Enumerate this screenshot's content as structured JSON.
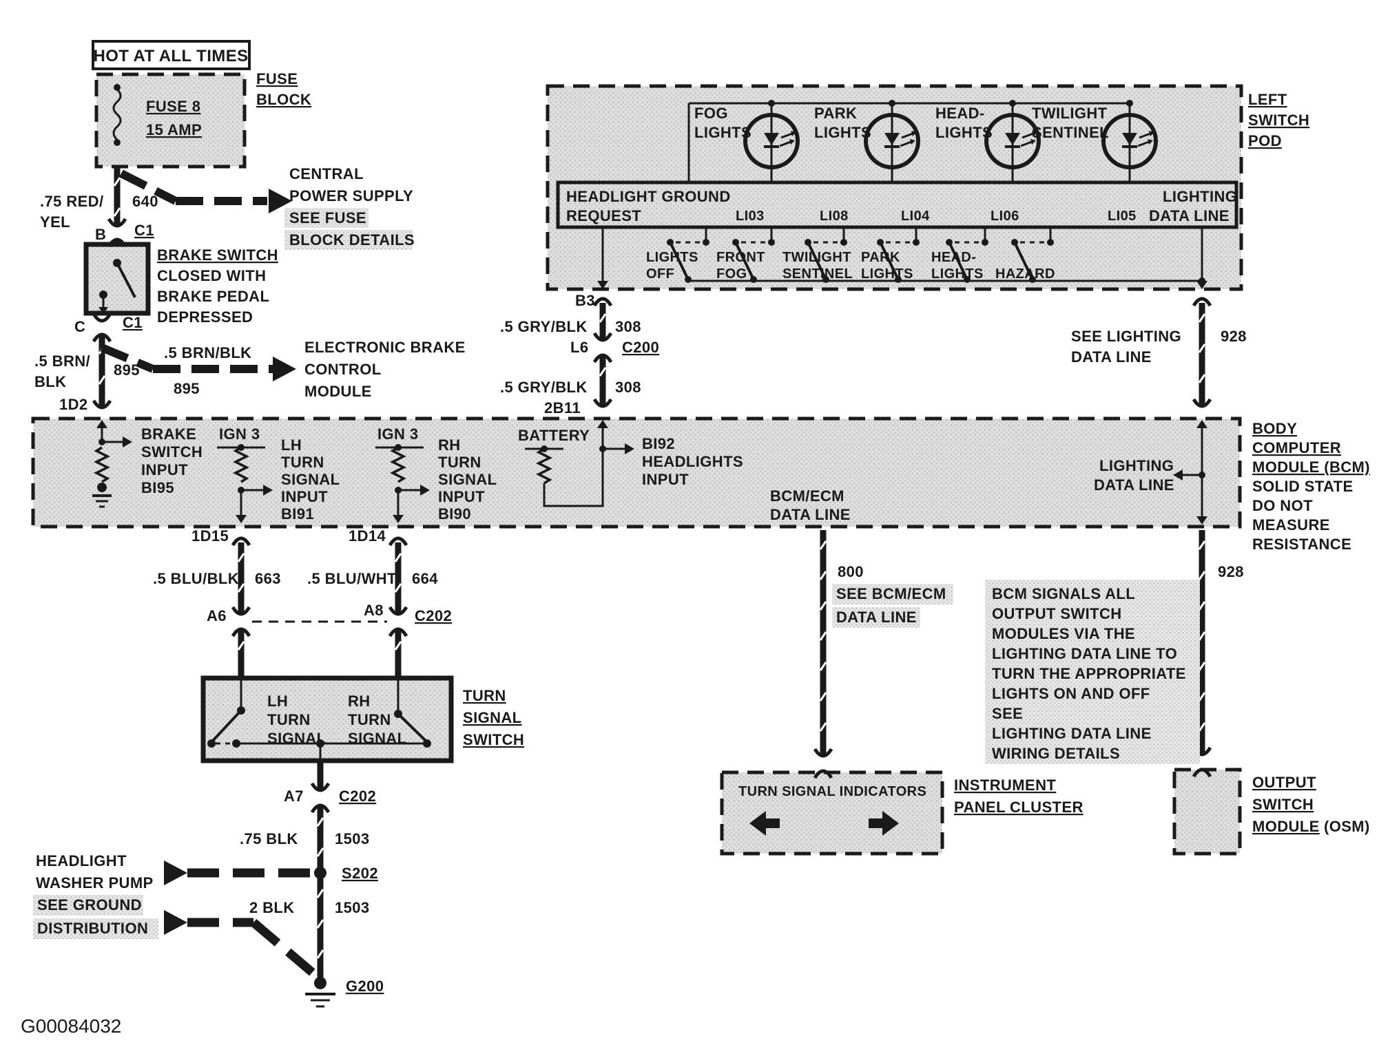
{
  "title_id": "G00084032",
  "fuse": {
    "hot": "HOT AT ALL TIMES",
    "block_label": [
      "FUSE",
      "BLOCK"
    ],
    "name": "FUSE 8",
    "rating": "15 AMP",
    "wire": {
      "color1": ".75 RED/",
      "color2": "YEL",
      "circuit": "640"
    },
    "pin_b": "B",
    "conn": "C1",
    "central": [
      "CENTRAL",
      "POWER SUPPLY",
      "SEE FUSE",
      "BLOCK DETAILS"
    ]
  },
  "brake": {
    "caption": [
      "BRAKE SWITCH",
      "CLOSED WITH",
      "BRAKE PEDAL",
      "DEPRESSED"
    ],
    "pin_c": "C",
    "conn": "C1",
    "v_wire": {
      "color1": ".5 BRN/",
      "color2": "BLK",
      "circuit": "895",
      "pin": "1D2"
    },
    "h_wire": {
      "color": ".5 BRN/BLK",
      "circuit": "895"
    },
    "ebcm": [
      "ELECTRONIC BRAKE",
      "CONTROL",
      "MODULE"
    ]
  },
  "pod": {
    "caption": [
      "LEFT",
      "SWITCH",
      "POD"
    ],
    "leds": [
      [
        "FOG",
        "LIGHTS"
      ],
      [
        "PARK",
        "LIGHTS"
      ],
      [
        "HEAD-",
        "LIGHTS"
      ],
      [
        "TWILIGHT",
        "SENTINEL"
      ]
    ],
    "bus": {
      "left1": "HEADLIGHT GROUND",
      "left2": "REQUEST",
      "terminals": [
        "LI03",
        "LI08",
        "LI04",
        "LI06",
        "LI05"
      ],
      "right1": "LIGHTING",
      "right2": "DATA LINE"
    },
    "switches": [
      [
        "LIGHTS",
        "OFF"
      ],
      [
        "FRONT",
        "FOG"
      ],
      [
        "TWILIGHT",
        "SENTINEL"
      ],
      [
        "PARK",
        "LIGHTS"
      ],
      [
        "HEAD-",
        "LIGHTS"
      ],
      [
        "HAZARD",
        ""
      ]
    ]
  },
  "request_wire": {
    "pin_b3": "B3",
    "seg1_color": ".5 GRY/BLK",
    "seg1_circuit": "308",
    "pin_l6": "L6",
    "conn": "C200",
    "seg2_color": ".5 GRY/BLK",
    "seg2_circuit": "308",
    "pin_2b11": "2B11"
  },
  "lighting_wire": {
    "note1": "SEE LIGHTING",
    "note2": "DATA LINE",
    "circuit": "928"
  },
  "bcm": {
    "caption": [
      "BODY",
      "COMPUTER",
      "MODULE (BCM)",
      "SOLID STATE",
      "DO NOT",
      "MEASURE",
      "RESISTANCE"
    ],
    "brake_input": [
      "BRAKE",
      "SWITCH",
      "INPUT",
      "BI95"
    ],
    "ign3_left": "IGN 3",
    "ign3_right": "IGN 3",
    "lh_input": [
      "LH",
      "TURN",
      "SIGNAL",
      "INPUT",
      "BI91"
    ],
    "rh_input": [
      "RH",
      "TURN",
      "SIGNAL",
      "INPUT",
      "BI90"
    ],
    "battery": "BATTERY",
    "headlights_input": [
      "BI92",
      "HEADLIGHTS",
      "INPUT"
    ],
    "data_line": [
      "BCM/ECM",
      "DATA LINE"
    ],
    "lighting": [
      "LIGHTING",
      "DATA LINE"
    ]
  },
  "lh_wire": {
    "pin": "1D15",
    "color": ".5 BLU/BLK",
    "circuit": "663",
    "pin_a": "A6"
  },
  "rh_wire": {
    "pin": "1D14",
    "color": ".5 BLU/WHT",
    "circuit": "664",
    "pin_a": "A8",
    "conn": "C202"
  },
  "tss": {
    "caption": [
      "TURN",
      "SIGNAL",
      "SWITCH"
    ],
    "lh": [
      "LH",
      "TURN",
      "SIGNAL"
    ],
    "rh": [
      "RH",
      "TURN",
      "SIGNAL"
    ]
  },
  "ground_path": {
    "pin_a7": "A7",
    "conn": "C202",
    "color1": ".75 BLK",
    "circuit1": "1503",
    "splice": "S202",
    "color2": "2 BLK",
    "circuit2": "1503",
    "ground": "G200",
    "washer": [
      "HEADLIGHT",
      "WASHER PUMP"
    ],
    "see_ground": [
      "SEE GROUND",
      "DISTRIBUTION"
    ]
  },
  "ipc": {
    "caption": [
      "INSTRUMENT",
      "PANEL CLUSTER"
    ],
    "indicators": "TURN SIGNAL INDICATORS",
    "circuit": "800",
    "note": [
      "SEE BCM/ECM",
      "DATA LINE"
    ]
  },
  "osm": {
    "caption": [
      "OUTPUT",
      "SWITCH",
      "MODULE"
    ],
    "suffix": "(OSM)",
    "circuit": "928"
  },
  "note": [
    "BCM SIGNALS ALL",
    "OUTPUT SWITCH",
    "MODULES VIA THE",
    "LIGHTING DATA LINE TO",
    "TURN THE APPROPRIATE",
    "LIGHTS ON AND OFF",
    "SEE",
    "LIGHTING DATA LINE",
    "WIRING DETAILS"
  ]
}
